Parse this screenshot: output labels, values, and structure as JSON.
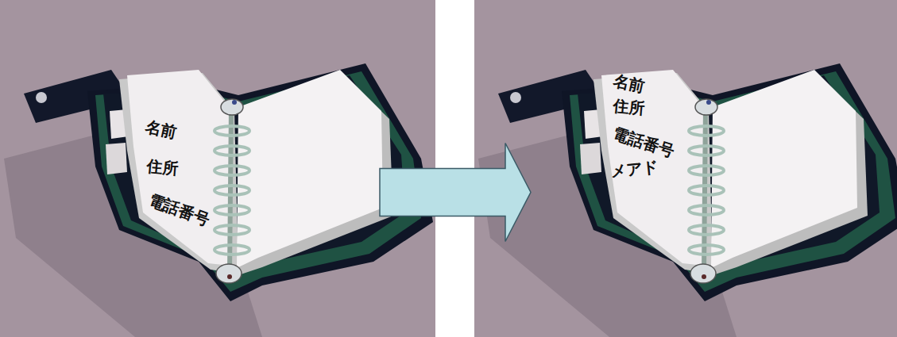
{
  "diagram": {
    "nodes": [
      {
        "text": [
          "名前",
          "住所",
          "電話番号"
        ]
      },
      {
        "text": [
          "名前",
          "住所",
          "電話番号",
          "メアド"
        ]
      }
    ],
    "edges": [
      {
        "from": 0,
        "to": 1,
        "arrow": "to"
      }
    ]
  }
}
